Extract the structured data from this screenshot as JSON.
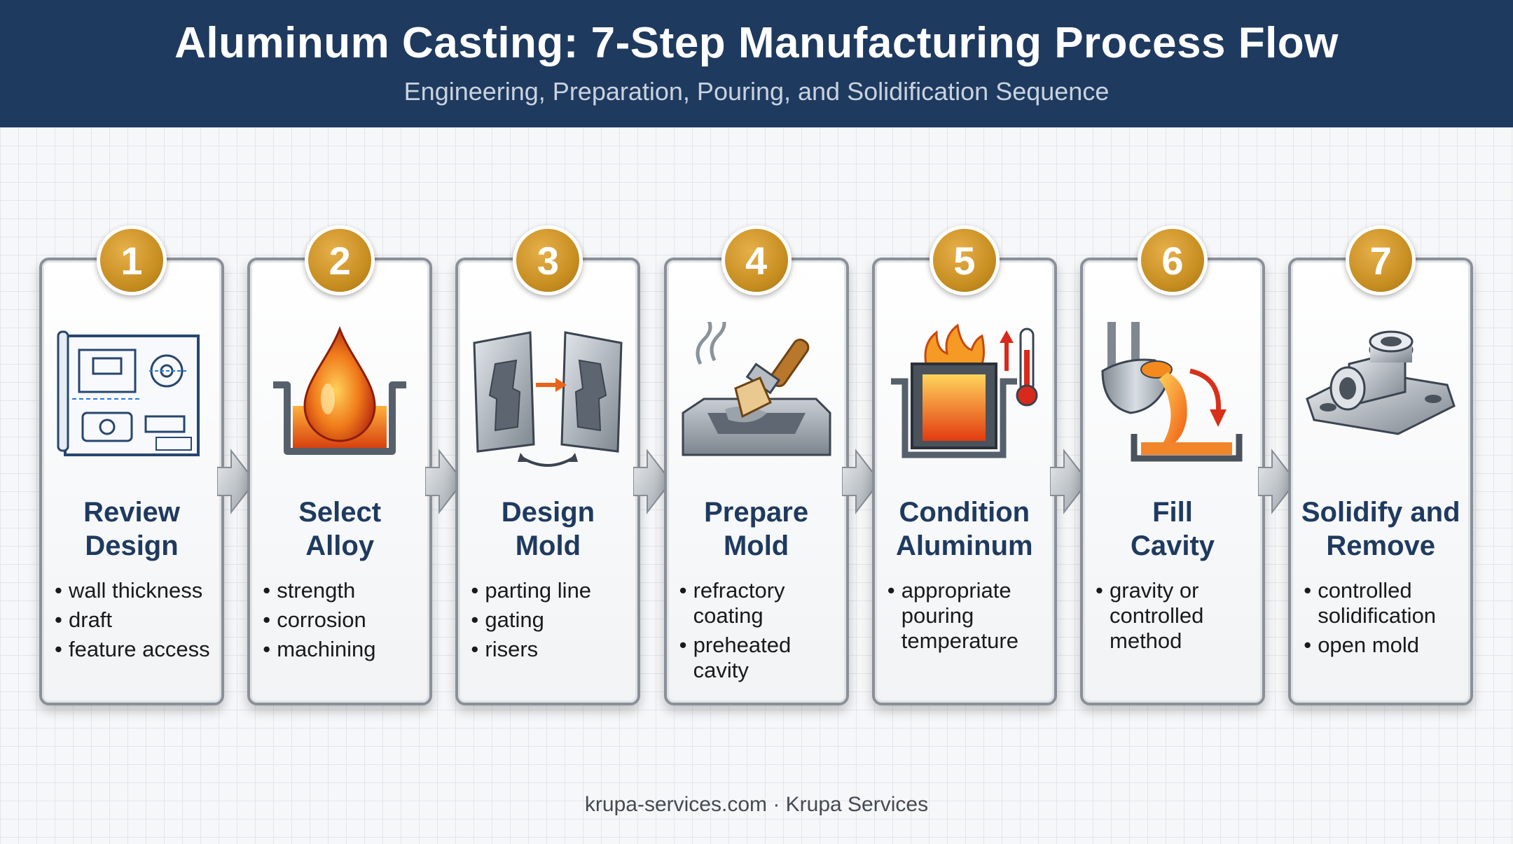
{
  "header": {
    "title": "Aluminum Casting: 7-Step Manufacturing Process Flow",
    "subtitle": "Engineering, Preparation, Pouring, and Solidification Sequence"
  },
  "colors": {
    "header_bg": "#1f3a5f",
    "badge_gold": "#c88f22",
    "title_navy": "#1f3a5f",
    "molten_orange": "#f07a1a"
  },
  "steps": [
    {
      "number": "1",
      "title_line1": "Review",
      "title_line2": "Design",
      "icon": "blueprint-icon",
      "bullets": [
        "wall thickness",
        "draft",
        "feature access"
      ]
    },
    {
      "number": "2",
      "title_line1": "Select",
      "title_line2": "Alloy",
      "icon": "molten-drop-icon",
      "bullets": [
        "strength",
        "corrosion",
        "machining"
      ]
    },
    {
      "number": "3",
      "title_line1": "Design",
      "title_line2": "Mold",
      "icon": "mold-halves-icon",
      "bullets": [
        "parting line",
        "gating",
        "risers"
      ]
    },
    {
      "number": "4",
      "title_line1": "Prepare",
      "title_line2": "Mold",
      "icon": "brush-coating-icon",
      "bullets": [
        "refractory coating",
        "preheated cavity"
      ]
    },
    {
      "number": "5",
      "title_line1": "Condition",
      "title_line2": "Aluminum",
      "icon": "furnace-thermometer-icon",
      "bullets": [
        "appropriate pouring temperature"
      ]
    },
    {
      "number": "6",
      "title_line1": "Fill",
      "title_line2": "Cavity",
      "icon": "ladle-pour-icon",
      "bullets": [
        "gravity or controlled method"
      ]
    },
    {
      "number": "7",
      "title_line1": "Solidify and",
      "title_line2": "Remove",
      "icon": "cast-part-icon",
      "bullets": [
        "controlled solidification",
        "open mold"
      ]
    }
  ],
  "footer": {
    "text": "krupa-services.com · Krupa Services"
  }
}
